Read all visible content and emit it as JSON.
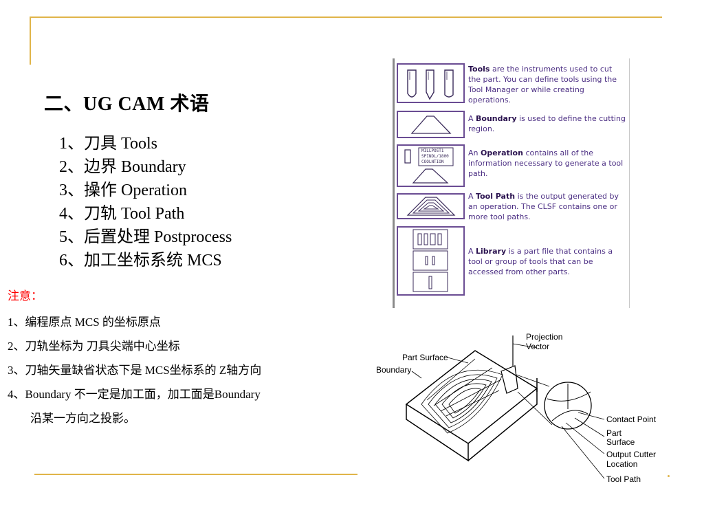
{
  "heading": "二、UG CAM 术语",
  "terms": [
    "1、刀具 Tools",
    "2、边界 Boundary",
    "3、操作 Operation",
    "4、刀轨 Tool Path",
    "5、后置处理 Postprocess",
    "6、加工坐标系统 MCS"
  ],
  "notes": {
    "title": "注意：",
    "items": [
      "1、编程原点   MCS  的坐标原点",
      "2、刀轨坐标为 刀具尖端中心坐标",
      "3、刀轴矢量缺省状态下是 MCS坐标系的 Z轴方向",
      "4、Boundary 不一定是加工面，加工面是Boundary"
    ],
    "item4_cont": "沿某一方向之投影。"
  },
  "panel": {
    "rows": [
      {
        "bold": "Tools",
        "pre": "",
        "post": " are the instruments used to cut the part. You can define tools using the Tool Manager or while creating operations."
      },
      {
        "bold": "Boundary",
        "pre": "A ",
        "post": " is used to define the cutting region."
      },
      {
        "bold": "Operation",
        "pre": "An ",
        "post": " contains all of the information necessary to generate a tool path."
      },
      {
        "bold": "Tool Path",
        "pre": "A ",
        "post": " is the output generated by an operation. The CLSF contains one or more tool paths."
      },
      {
        "bold": "Library",
        "pre": "A ",
        "post": " is a part file that contains a tool or group of tools that can be accessed from other parts."
      }
    ],
    "op_box_lines": [
      "MILLPOST1",
      "SPINDL/1800",
      "COOLNTION"
    ]
  },
  "figure": {
    "labels": {
      "projection": [
        "Projection",
        "Vector"
      ],
      "part_surface": "Part Surface",
      "boundary": "Boundary",
      "contact_point": "Contact Point",
      "part_surface2": [
        "Part",
        "Surface"
      ],
      "output_cutter": [
        "Output Cutter",
        "Location"
      ],
      "tool_path": "Tool Path"
    }
  },
  "colors": {
    "rule": "#e0b449",
    "note_title": "#ff0000",
    "panel_border": "#6a4c93",
    "panel_text": "#4b2e83"
  }
}
